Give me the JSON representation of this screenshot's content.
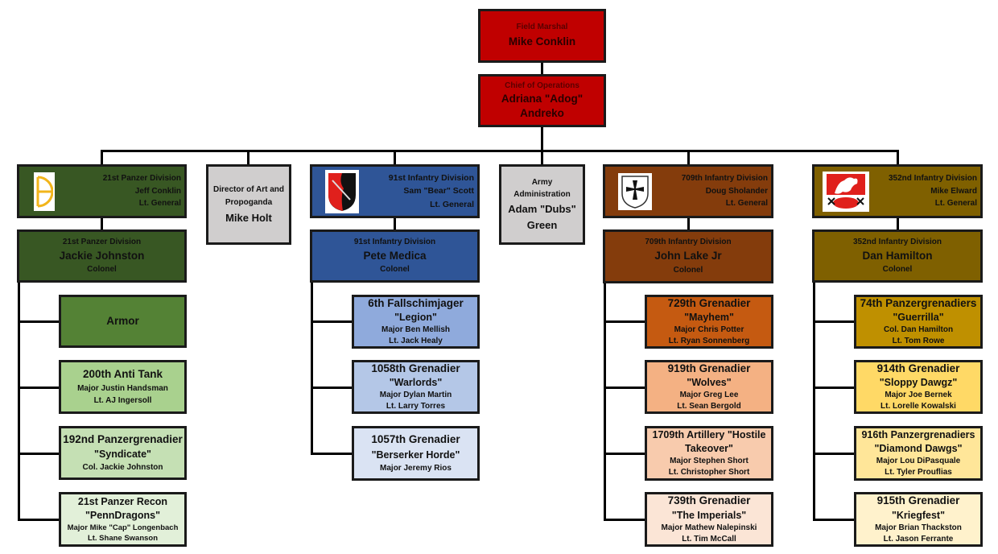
{
  "title": "Organization Chart",
  "colors": {
    "hq": "#c00000",
    "staff": "#d0cece",
    "panzer_21": "#385723",
    "infantry_91": "#2f5597",
    "infantry_709": "#843c0c",
    "infantry_352": "#7f6000"
  },
  "command": {
    "field_marshal": {
      "role": "Field Marshal",
      "name": "Mike Conklin"
    },
    "chief_of_operations": {
      "role": "Chief of Operations",
      "name_line1": "Adriana \"Adog\"",
      "name_line2": "Andreko"
    }
  },
  "staff": {
    "art": {
      "role_line1": "Director of Art and",
      "role_line2": "Propoganda",
      "name": "Mike Holt"
    },
    "admin": {
      "role_line1": "Army",
      "role_line2": "Administration",
      "name_line1": "Adam \"Dubs\"",
      "name_line2": "Green"
    }
  },
  "divisions": [
    {
      "id": "21st-panzer",
      "insignia": "21st-panzer-insignia-icon",
      "head": {
        "division": "21st Panzer Division",
        "name": "Jeff Conklin",
        "rank": "Lt. General"
      },
      "colonel": {
        "division": "21st Panzer Division",
        "name": "Jackie Johnston",
        "rank": "Colonel"
      },
      "units": [
        {
          "title": "Armor",
          "nickname": "",
          "line3": "",
          "line4": ""
        },
        {
          "title": "200th Anti Tank",
          "nickname": "",
          "line3": "Major Justin Handsman",
          "line4": "Lt. AJ Ingersoll"
        },
        {
          "title": "192nd Panzergrenadier",
          "nickname": "\"Syndicate\"",
          "line3": "Col. Jackie Johnston",
          "line4": ""
        },
        {
          "title": "21st Panzer Recon",
          "nickname": "\"PennDragons\"",
          "line3": "Major Mike \"Cap\" Longenbach",
          "line4": "Lt. Shane Swanson"
        }
      ]
    },
    {
      "id": "91st-infantry",
      "insignia": "91st-infantry-insignia-icon",
      "head": {
        "division": "91st Infantry Division",
        "name": "Sam \"Bear\" Scott",
        "rank": "Lt. General"
      },
      "colonel": {
        "division": "91st Infantry Division",
        "name": "Pete Medica",
        "rank": "Colonel"
      },
      "units": [
        {
          "title": "6th Fallschimjager",
          "nickname": "\"Legion\"",
          "line3": "Major Ben Mellish",
          "line4": "Lt. Jack Healy"
        },
        {
          "title": "1058th Grenadier",
          "nickname": "\"Warlords\"",
          "line3": "Major Dylan Martin",
          "line4": "Lt. Larry Torres"
        },
        {
          "title": "1057th Grenadier",
          "nickname": "\"Berserker Horde\"",
          "line3": "Major Jeremy Rios",
          "line4": ""
        }
      ]
    },
    {
      "id": "709th-infantry",
      "insignia": "709th-infantry-insignia-icon",
      "head": {
        "division": "709th Infantry Division",
        "name": "Doug Sholander",
        "rank": "Lt. General"
      },
      "colonel": {
        "division": "709th Infantry Division",
        "name": "John Lake Jr",
        "rank": "Colonel"
      },
      "units": [
        {
          "title": "729th Grenadier",
          "nickname": "\"Mayhem\"",
          "line3": "Major Chris Potter",
          "line4": "Lt. Ryan Sonnenberg"
        },
        {
          "title": "919th Grenadier",
          "nickname": "\"Wolves\"",
          "line3": "Major Greg Lee",
          "line4": "Lt. Sean Bergold"
        },
        {
          "title": "1709th Artillery \"Hostile",
          "nickname": "Takeover\"",
          "line3": "Major Stephen Short",
          "line4": "Lt. Christopher Short"
        },
        {
          "title": "739th Grenadier",
          "nickname": "\"The Imperials\"",
          "line3": "Major Mathew Nalepinski",
          "line4": "Lt. Tim McCall"
        }
      ]
    },
    {
      "id": "352nd-infantry",
      "insignia": "352nd-infantry-insignia-icon",
      "head": {
        "division": "352nd Infantry Division",
        "name": "Mike Elward",
        "rank": "Lt. General"
      },
      "colonel": {
        "division": "352nd Infantry Division",
        "name": "Dan Hamilton",
        "rank": "Colonel"
      },
      "units": [
        {
          "title": "74th Panzergrenadiers",
          "nickname": "\"Guerrilla\"",
          "line3": "Col. Dan Hamilton",
          "line4": "Lt. Tom Rowe"
        },
        {
          "title": "914th Grenadier",
          "nickname": "\"Sloppy Dawgz\"",
          "line3": "Major Joe Bernek",
          "line4": "Lt. Lorelle Kowalski"
        },
        {
          "title": "916th Panzergrenadiers",
          "nickname": "\"Diamond Dawgs\"",
          "line3": "Major Lou DiPasquale",
          "line4": "Lt. Tyler Prouflias"
        },
        {
          "title": "915th Grenadier",
          "nickname": "\"Kriegfest\"",
          "line3": "Major Brian Thackston",
          "line4": "Lt. Jason Ferrante"
        }
      ]
    }
  ]
}
